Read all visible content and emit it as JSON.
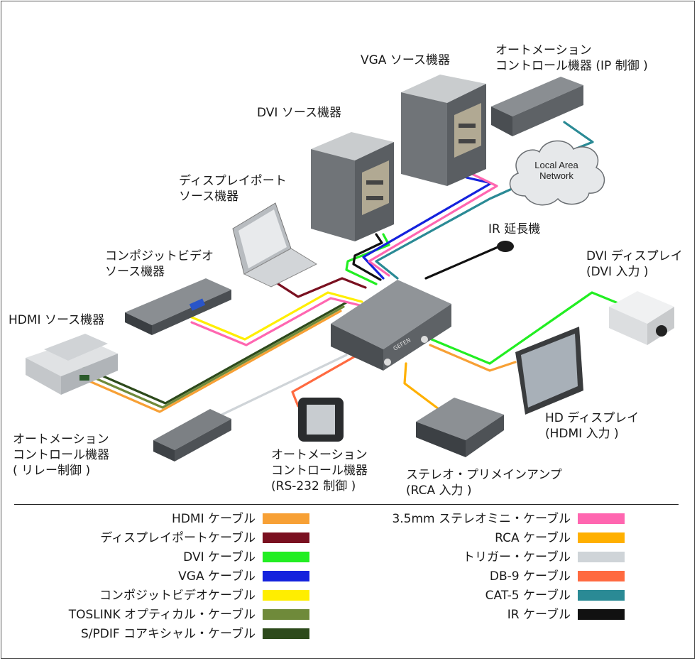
{
  "labels": {
    "vga_source": "VGA ソース機器",
    "ip_control": [
      "オートメーション",
      "コントロール機器 (IP 制御 )"
    ],
    "dvi_source": "DVI ソース機器",
    "displayport_source": [
      "ディスプレイポート",
      "ソース機器"
    ],
    "ir_extender": "IR 延長機",
    "dvi_display": [
      "DVI ディスプレイ",
      "(DVI 入力 )"
    ],
    "composite_source": [
      "コンポジットビデオ",
      "ソース機器"
    ],
    "hdmi_source": "HDMI ソース機器",
    "hd_display": [
      "HD ディスプレイ",
      "(HDMI 入力 )"
    ],
    "relay_control": [
      "オートメーション",
      "コントロール機器",
      "( リレー制御 )"
    ],
    "rs232_control": [
      "オートメーション",
      "コントロール機器",
      "(RS-232 制御 )"
    ],
    "amplifier": [
      "ステレオ・プリメインアンプ",
      "(RCA 入力 )"
    ],
    "lan": [
      "Local Area",
      "Network"
    ]
  },
  "legend": {
    "left": [
      {
        "label": "HDMI ケーブル",
        "color": "#f7a035"
      },
      {
        "label": "ディスプレイポートケーブル",
        "color": "#7a1020"
      },
      {
        "label": "DVI ケーブル",
        "color": "#22ee22"
      },
      {
        "label": "VGA ケーブル",
        "color": "#1422dd"
      },
      {
        "label": "コンポジットビデオケーブル",
        "color": "#ffee00"
      },
      {
        "label": "TOSLINK オプティカル・ケーブル",
        "color": "#6f8a3a"
      },
      {
        "label": "S/PDIF コアキシャル・ケーブル",
        "color": "#2d4a1b"
      }
    ],
    "right": [
      {
        "label": "3.5mm ステレオミニ・ケーブル",
        "color": "#ff66b0"
      },
      {
        "label": "RCA ケーブル",
        "color": "#ffb000"
      },
      {
        "label": "トリガー・ケーブル",
        "color": "#cfd4d8"
      },
      {
        "label": "DB-9 ケーブル",
        "color": "#ff6a40"
      },
      {
        "label": "CAT-5 ケーブル",
        "color": "#2a8a95"
      },
      {
        "label": "IR ケーブル",
        "color": "#111111"
      }
    ]
  }
}
